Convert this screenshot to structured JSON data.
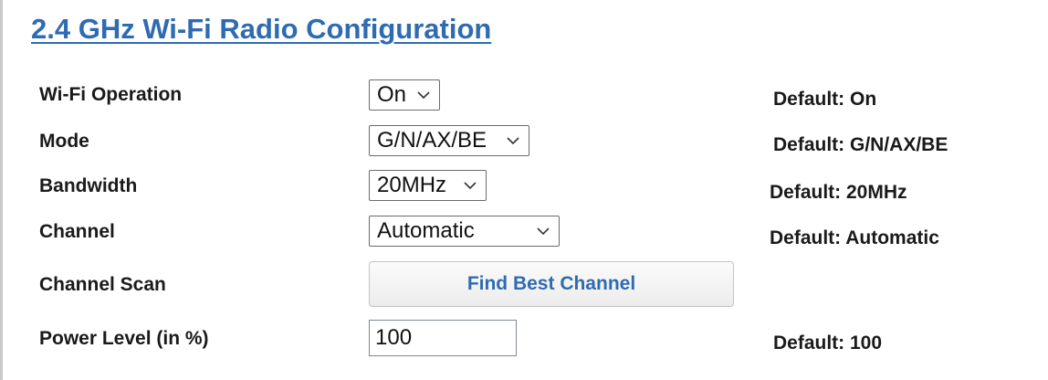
{
  "section": {
    "title": "2.4 GHz Wi-Fi Radio Configuration"
  },
  "rows": {
    "wifi_operation": {
      "label": "Wi-Fi Operation",
      "value": "On",
      "default": "Default: On"
    },
    "mode": {
      "label": "Mode",
      "value": "G/N/AX/BE",
      "default": "Default: G/N/AX/BE"
    },
    "bandwidth": {
      "label": "Bandwidth",
      "value": "20MHz",
      "default": "Default: 20MHz"
    },
    "channel": {
      "label": "Channel",
      "value": "Automatic",
      "default": "Default: Automatic"
    },
    "channel_scan": {
      "label": "Channel Scan",
      "button_label": "Find Best Channel"
    },
    "power_level": {
      "label": "Power Level (in %)",
      "value": "100",
      "default": "Default: 100"
    }
  },
  "icons": {
    "dropdown": "chevron-down-icon"
  },
  "colors": {
    "accent": "#2f6bb0",
    "text": "#1a1a1a"
  }
}
